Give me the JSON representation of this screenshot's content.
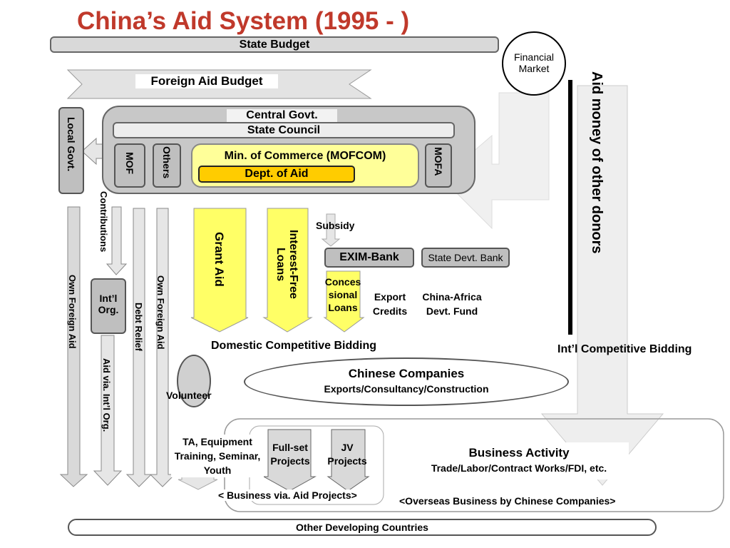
{
  "title": "China’s Aid System (1995 -  )",
  "state_budget": "State Budget",
  "foreign_aid_budget": "Foreign Aid Budget",
  "central_govt": "Central Govt.",
  "state_council": "State Council",
  "mof": "MOF",
  "others": "Others",
  "mofcom": "Min. of Commerce (MOFCOM)",
  "dept_of_aid": "Dept. of Aid",
  "mofa": "MOFA",
  "local_govt": "Local Govt.",
  "contributions": "Contributions",
  "intl_org": "Int’l Org.",
  "own_foreign_aid_1": "Own Foreign Aid",
  "own_foreign_aid_2": "Own Foreign Aid",
  "debt_relief": "Debt Relief",
  "aid_via_intl_org": "Aid via. Int’l Org.",
  "grant_aid": "Grant Aid",
  "interest_free_loans": "Interest-Free Loans",
  "subsidy": "Subsidy",
  "exim_bank": "EXIM-Bank",
  "state_devt_bank": "State Devt. Bank",
  "concessional_loans": "Conces sional Loans",
  "export_credits": "Export Credits",
  "china_africa_fund": "China-Africa Devt. Fund",
  "financial_market": "Financial Market",
  "aid_money_other_donors": "Aid money of other donors",
  "domestic_bidding": "Domestic Competitive Bidding",
  "intl_bidding": "Int’l Competitive Bidding",
  "volunteer": "Volunteer",
  "chinese_companies": "Chinese Companies",
  "chinese_companies_sub": "Exports/Consultancy/Construction",
  "ta_equipment": "TA, Equipment Training, Seminar, Youth",
  "full_set_projects": "Full-set Projects",
  "jv_projects": "JV Projects",
  "business_activity": "Business Activity",
  "business_activity_sub": "Trade/Labor/Contract Works/FDI, etc.",
  "business_via_aid": "< Business via. Aid Projects>",
  "overseas_business": "<Overseas Business by Chinese Companies>",
  "other_developing": "Other Developing Countries",
  "colors": {
    "title": "#c0392b",
    "highlight": "#ffff66",
    "dept": "#ffcc00",
    "grey": "#bfbfbf"
  }
}
